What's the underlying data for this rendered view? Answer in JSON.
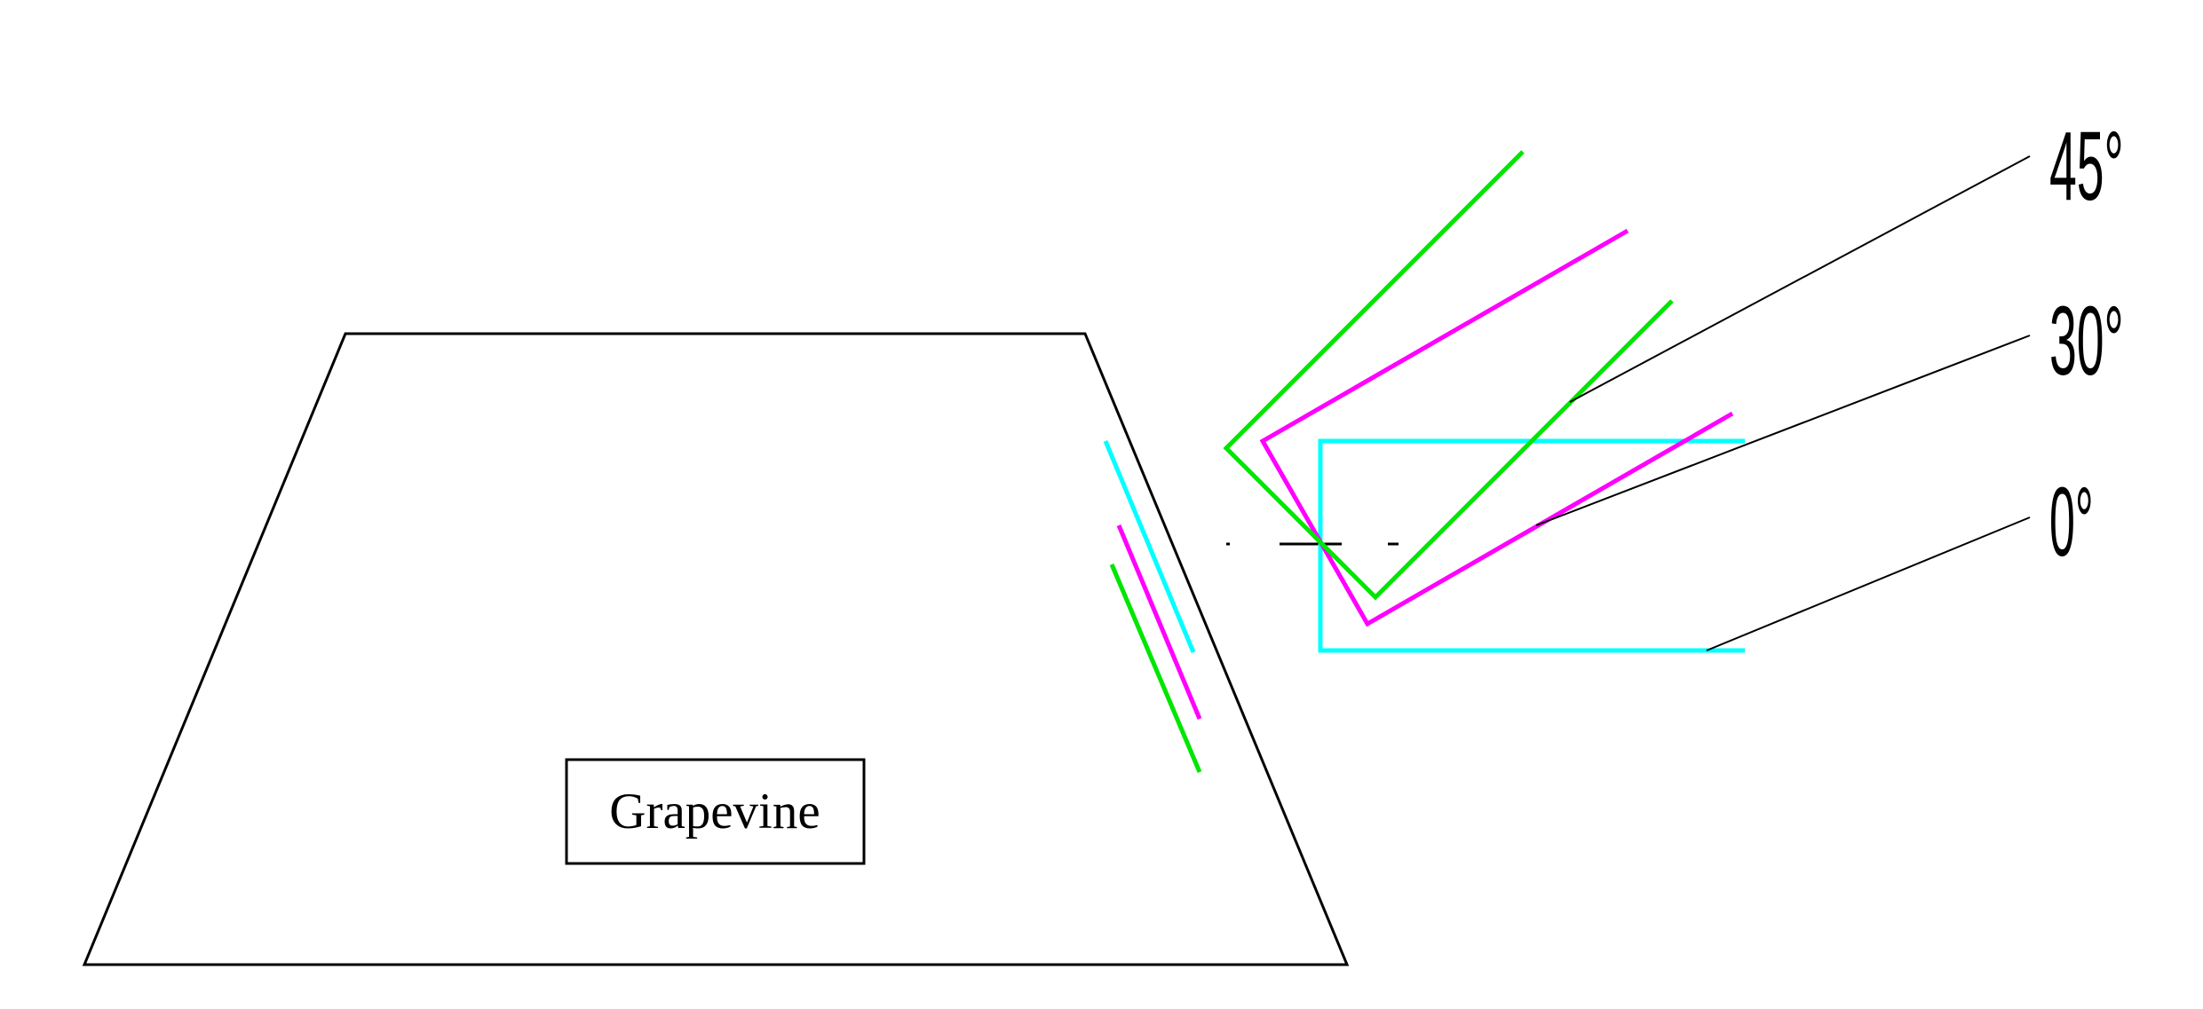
{
  "diagram": {
    "box_label": "Grapevine",
    "angles": [
      {
        "label": "45°",
        "color": "#00e600"
      },
      {
        "label": "30°",
        "color": "#ff00ff"
      },
      {
        "label": "0°",
        "color": "#00ffff"
      }
    ],
    "colors": {
      "outline": "#000000",
      "green": "#00e600",
      "magenta": "#ff00ff",
      "cyan": "#00ffff"
    }
  }
}
